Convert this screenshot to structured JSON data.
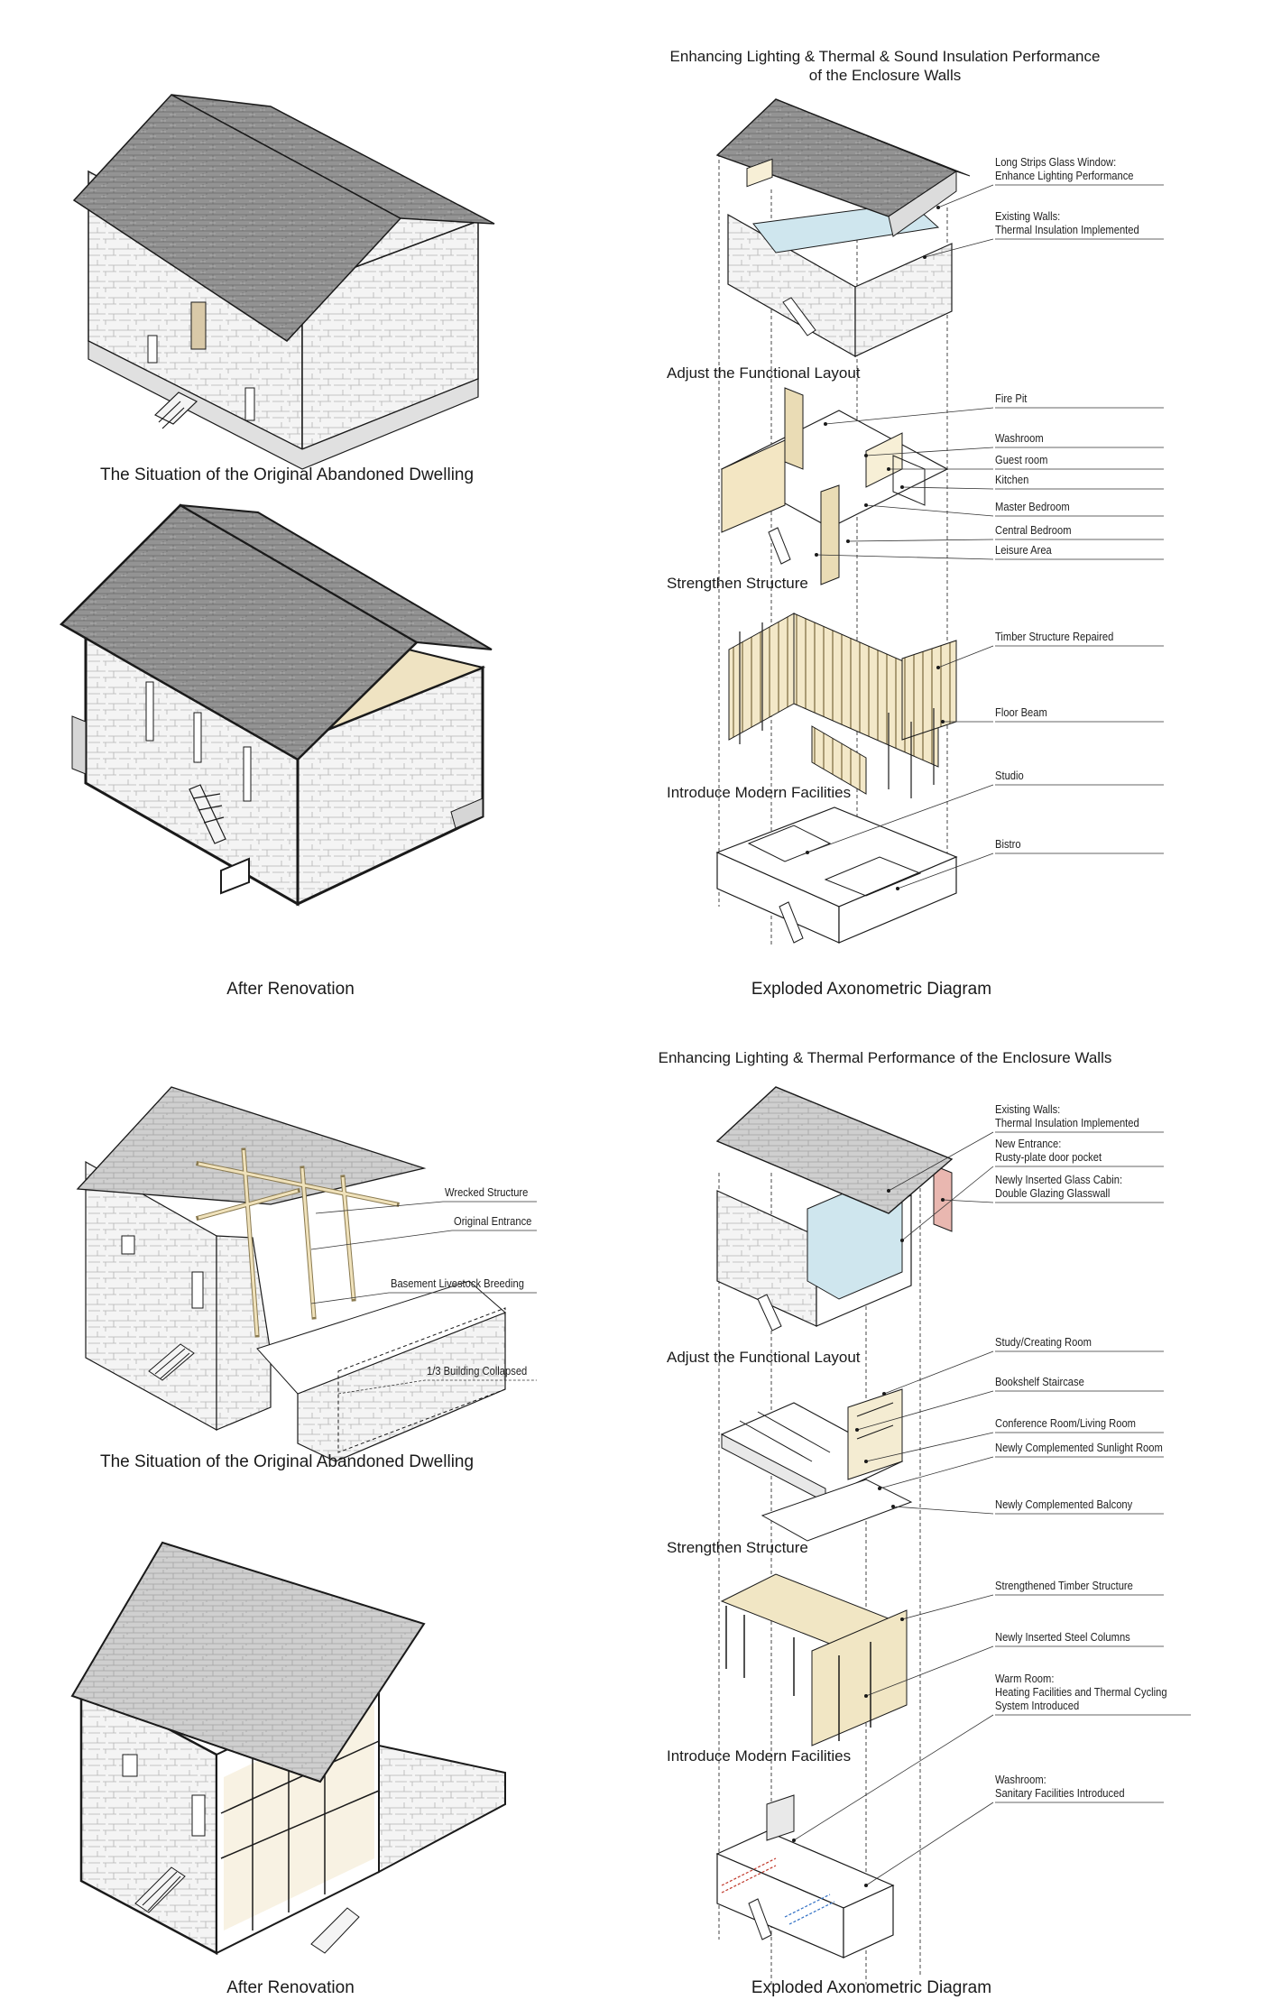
{
  "top": {
    "original_caption": "The Situation of the Original Abandoned Dwelling",
    "after_caption": "After Renovation",
    "exploded_caption": "Exploded Axonometric Diagram",
    "heading_line1": "Enhancing Lighting & Thermal & Sound Insulation Performance",
    "heading_line2": "of the Enclosure Walls",
    "steps": [
      "Adjust the Functional Layout",
      "Strengthen Structure",
      "Introduce Modern Facilities"
    ],
    "labels": [
      {
        "lines": [
          "Long Strips Glass Window:",
          "Enhance Lighting Performance"
        ]
      },
      {
        "lines": [
          "Existing Walls:",
          "Thermal Insulation Implemented"
        ]
      },
      {
        "lines": [
          "Fire Pit"
        ]
      },
      {
        "lines": [
          "Washroom"
        ]
      },
      {
        "lines": [
          "Guest room"
        ]
      },
      {
        "lines": [
          "Kitchen"
        ]
      },
      {
        "lines": [
          "Master Bedroom"
        ]
      },
      {
        "lines": [
          "Central Bedroom"
        ]
      },
      {
        "lines": [
          "Leisure Area"
        ]
      },
      {
        "lines": [
          "Timber Structure Repaired"
        ]
      },
      {
        "lines": [
          "Floor Beam"
        ]
      },
      {
        "lines": [
          "Studio"
        ]
      },
      {
        "lines": [
          "Bistro"
        ]
      }
    ]
  },
  "bottom": {
    "original_caption": "The Situation of the Original Abandoned Dwelling",
    "after_caption": "After Renovation",
    "exploded_caption": "Exploded Axonometric Diagram",
    "heading": "Enhancing Lighting & Thermal Performance of the Enclosure Walls",
    "steps": [
      "Adjust the Functional Layout",
      "Strengthen Structure",
      "Introduce Modern Facilities"
    ],
    "original_labels": [
      "Wrecked Structure",
      "Original Entrance",
      "Basement Livestock Breeding",
      "1/3 Building Collapsed"
    ],
    "labels": [
      {
        "lines": [
          "Existing Walls:",
          "Thermal Insulation Implemented"
        ]
      },
      {
        "lines": [
          "New Entrance:",
          "Rusty-plate door pocket"
        ]
      },
      {
        "lines": [
          "Newly Inserted Glass Cabin:",
          "Double Glazing Glasswall"
        ]
      },
      {
        "lines": [
          "Study/Creating Room"
        ]
      },
      {
        "lines": [
          "Bookshelf Staircase"
        ]
      },
      {
        "lines": [
          "Conference Room/Living Room"
        ]
      },
      {
        "lines": [
          "Newly Complemented Sunlight Room"
        ]
      },
      {
        "lines": [
          "Newly Complemented Balcony"
        ]
      },
      {
        "lines": [
          "Strengthened Timber Structure"
        ]
      },
      {
        "lines": [
          "Newly Inserted Steel Columns"
        ]
      },
      {
        "lines": [
          "Warm Room:",
          "Heating Facilities and Thermal Cycling",
          "System Introduced"
        ]
      },
      {
        "lines": [
          "Washroom:",
          "Sanitary Facilities Introduced"
        ]
      }
    ]
  },
  "colors": {
    "roof": "#8e8e8e",
    "roof_dark": "#6f6f6f",
    "roof_light": "#c9c9c9",
    "wall": "#f3f3f3",
    "timber": "#f1e6c4",
    "glass": "#cfe6ee",
    "rust": "#e9b7b0",
    "line": "#1a1a1a"
  }
}
